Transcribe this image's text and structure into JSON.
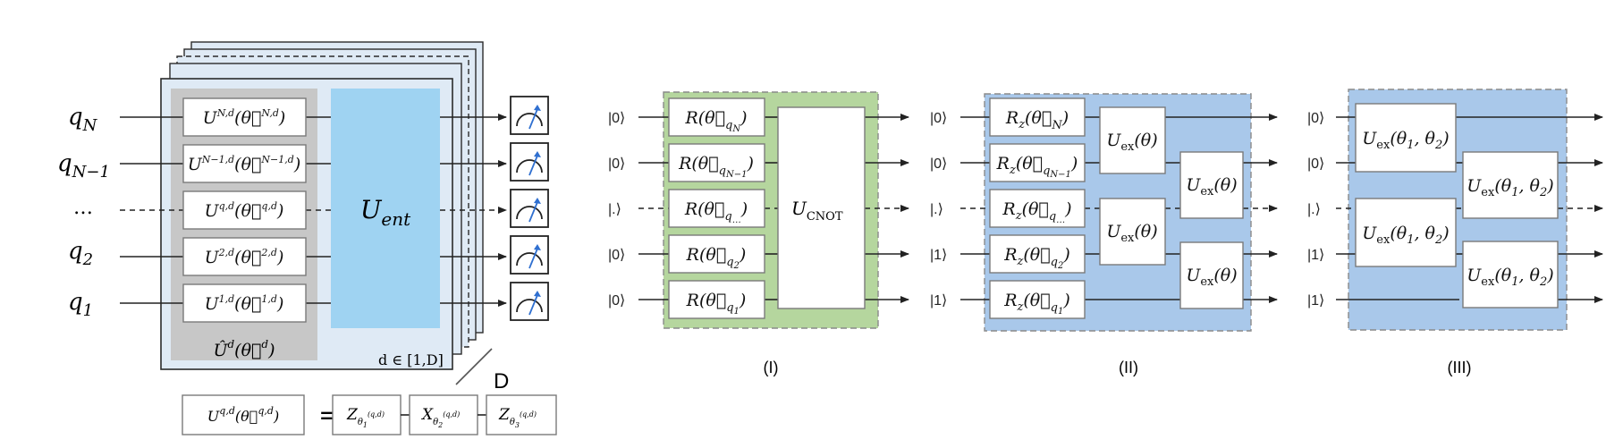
{
  "left_panel": {
    "qubit_labels": [
      "q_N",
      "q_N−1",
      "…",
      "q_2",
      "q_1"
    ],
    "layer_gates": [
      "U^{N,d}(θ⃗^{N,d})",
      "U^{N−1,d}(θ⃗^{N−1,d})",
      "U^{q,d}(θ⃗^{q,d})",
      "U^{2,d}(θ⃗^{2,d})",
      "U^{1,d}(θ⃗^{1,d})"
    ],
    "rotation_block_label": "Û^d(θ⃗^d)",
    "entangler_label": "U_ent",
    "depth_range": "d ∈ [1,D]",
    "depth_symbol": "D",
    "decomposition": {
      "lhs": "U^{q,d}(θ⃗^{q,d})",
      "equals": "=",
      "gates": [
        "Z_{θ1^(q,d)}",
        "X_{θ2^(q,d)}",
        "Z_{θ3^(q,d)}"
      ]
    }
  },
  "panel_I": {
    "caption": "(I)",
    "inputs": [
      "|0⟩",
      "|0⟩",
      "|.⟩",
      "|0⟩",
      "|0⟩"
    ],
    "gates": [
      "R(θ⃗_qN)",
      "R(θ⃗_qN−1)",
      "R(θ⃗_q…)",
      "R(θ⃗_q2)",
      "R(θ⃗_q1)"
    ],
    "entangler": "U_CNOT",
    "color": "#b5d69e"
  },
  "panel_II": {
    "caption": "(II)",
    "inputs": [
      "|0⟩",
      "|0⟩",
      "|.⟩",
      "|1⟩",
      "|1⟩"
    ],
    "gates": [
      "R_z(θ⃗_N)",
      "R_z(θ⃗_qN−1)",
      "R_z(θ⃗_q…)",
      "R_z(θ⃗_q2)",
      "R_z(θ⃗_q1)"
    ],
    "exchange": [
      "U_ex(θ)",
      "U_ex(θ)",
      "U_ex(θ)",
      "U_ex(θ)"
    ],
    "color": "#a9c8ea"
  },
  "panel_III": {
    "caption": "(III)",
    "inputs": [
      "|0⟩",
      "|0⟩",
      "|.⟩",
      "|1⟩",
      "|1⟩"
    ],
    "exchange": [
      "U_ex(θ1, θ2)",
      "U_ex(θ1, θ2)",
      "U_ex(θ1, θ2)",
      "U_ex(θ1, θ2)"
    ],
    "color": "#a9c8ea"
  }
}
